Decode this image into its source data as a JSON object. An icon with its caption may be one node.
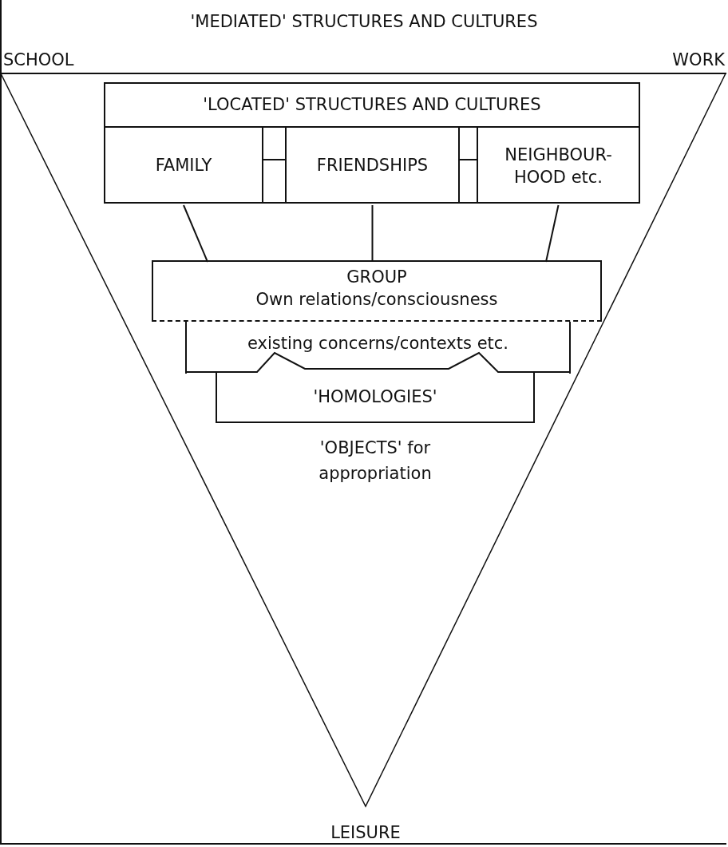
{
  "diagram": {
    "nodes": [
      {
        "text": [
          "'MEDIATED' STRUCTURES AND CULTURES"
        ]
      },
      {
        "text": [
          "'LOCATED' STRUCTURES AND CULTURES"
        ],
        "in": 0
      },
      {
        "text": [
          "FAMILY"
        ],
        "in": 1
      },
      {
        "text": [
          "FRIENDSHIPS"
        ],
        "in": 1
      },
      {
        "text": [
          "NEIGHBOUR- HOOD etc."
        ],
        "in": 1
      },
      {
        "text": [
          "GROUP",
          "Own relations/consciousness"
        ],
        "in": 0
      },
      {
        "text": [
          "existing concerns/contexts etc."
        ],
        "in": 0
      },
      {
        "text": [
          "'HOMOLOGIES'"
        ],
        "in": 0
      }
    ],
    "edges": [
      {
        "from": 2,
        "to": 3,
        "arrow": "none"
      },
      {
        "from": 3,
        "to": 4,
        "arrow": "none"
      },
      {
        "from": 2,
        "to": 5,
        "arrow": "none"
      },
      {
        "from": 3,
        "to": 5,
        "arrow": "none"
      },
      {
        "from": 4,
        "to": 5,
        "arrow": "none"
      }
    ],
    "labels": [
      "SCHOOL",
      "WORK",
      "'OBJECTS' for appropriation",
      "LEISURE"
    ]
  }
}
